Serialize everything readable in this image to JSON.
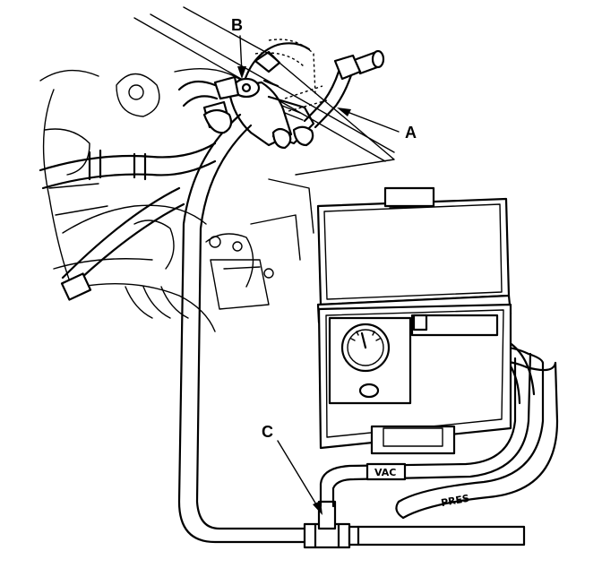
{
  "callouts": {
    "a": "A",
    "b": "B",
    "c": "C"
  },
  "hose_labels": {
    "vac": "VAC",
    "pres": "PRES"
  }
}
